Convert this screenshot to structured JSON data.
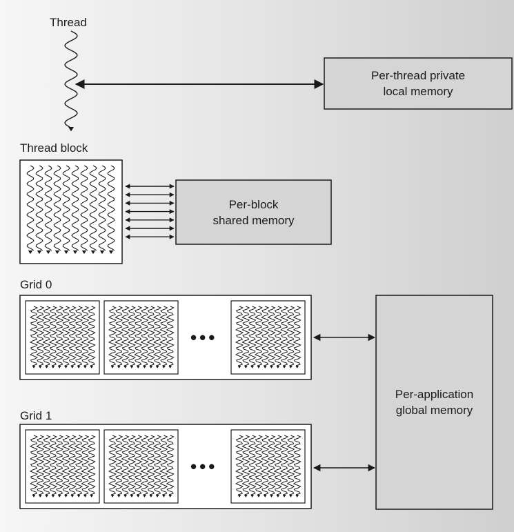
{
  "labels": {
    "thread": "Thread",
    "thread_block": "Thread block",
    "grid0": "Grid 0",
    "grid1": "Grid 1"
  },
  "memory": {
    "private_line1": "Per-thread private",
    "private_line2": "local memory",
    "shared_line1": "Per-block",
    "shared_line2": "shared memory",
    "global_line1": "Per-application",
    "global_line2": "global memory"
  },
  "ellipsis": "•••",
  "colors": {
    "memory_box_fill": "#d5d5d5",
    "container_fill": "#ffffff",
    "stroke": "#1a1a1a"
  }
}
